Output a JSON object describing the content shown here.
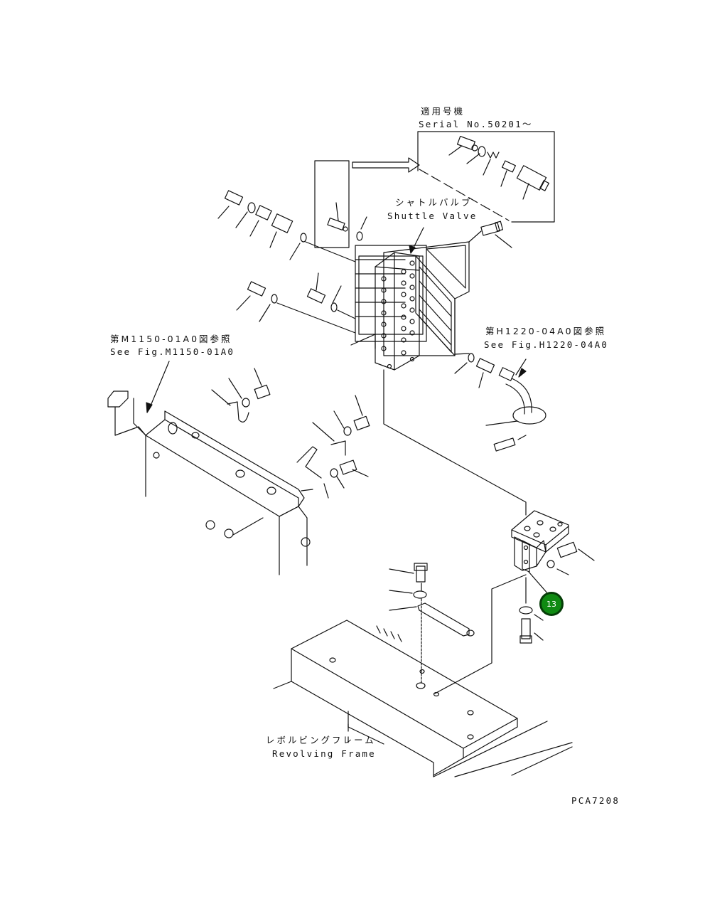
{
  "labels": {
    "serial_jp": "適用号機",
    "serial_en": "Serial No.50201〜",
    "shuttle_jp": "シャトルバルブ",
    "shuttle_en": "Shuttle Valve",
    "ref_h_jp": "第H1220-04A0図参照",
    "ref_h_en": "See Fig.H1220-04A0",
    "ref_m_jp": "第M1150-01A0図参照",
    "ref_m_en": "See Fig.M1150-01A0",
    "frame_jp": "レボルビングフレーム",
    "frame_en": "Revolving Frame",
    "drawing_code": "PCA7208"
  },
  "callouts": [
    {
      "number": "13",
      "color": "#0f8a12"
    }
  ]
}
